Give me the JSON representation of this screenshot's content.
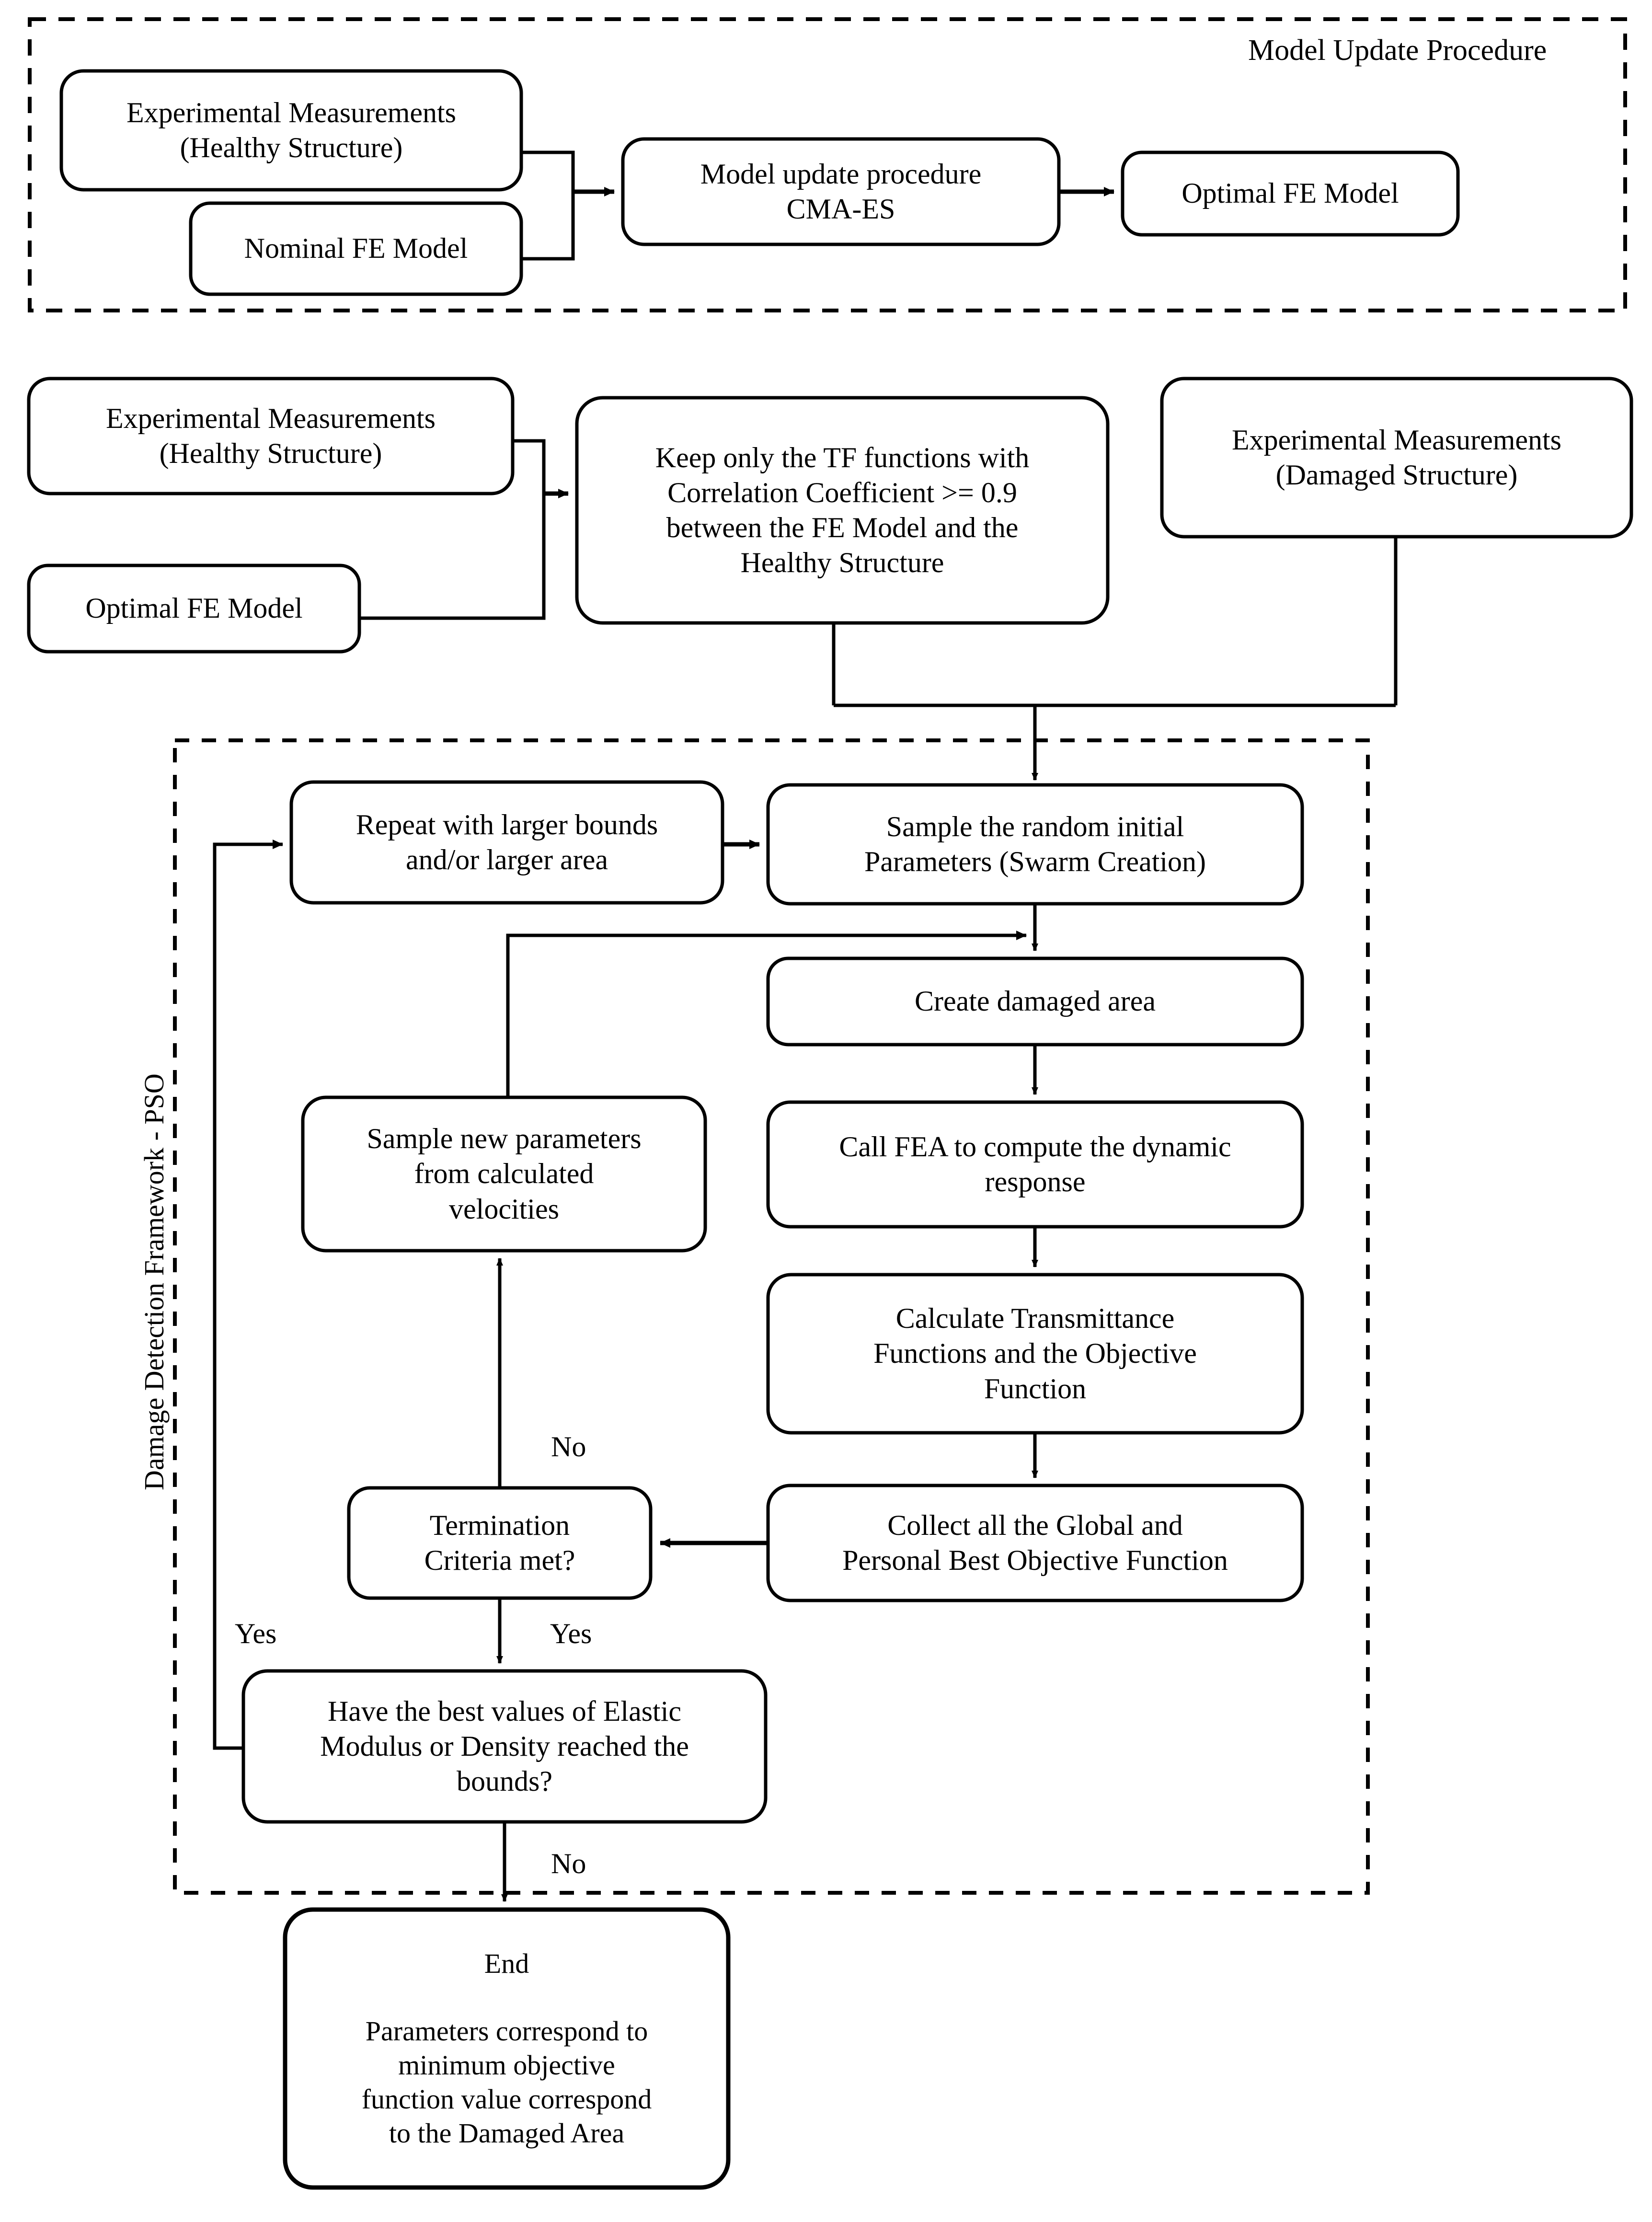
{
  "figure": {
    "type": "flowchart",
    "title": "",
    "background_color": "#ffffff",
    "line_color": "#000000"
  },
  "groups": [
    {
      "id": "model-update-procedure",
      "label": "Model Update Procedure",
      "border_style": "dashed"
    },
    {
      "id": "damage-detection-framework",
      "label": "Damage Detection Framework - PSO",
      "border_style": "dashed",
      "label_orientation": "vertical"
    }
  ],
  "nodes": {
    "exp_meas_healthy_1": "Experimental  Measurements\n(Healthy Structure)",
    "nominal_fe_model": "Nominal FE Model",
    "model_update_cmaes": "Model update procedure\nCMA-ES",
    "optimal_fe_model_1": "Optimal FE Model",
    "exp_meas_healthy_2": "Experimental Measurements\n(Healthy Structure)",
    "optimal_fe_model_2": "Optimal FE Model",
    "keep_tf": "Keep only the TF functions with\nCorrelation Coefficient >= 0.9\nbetween the FE Model and the\nHealthy Structure",
    "exp_meas_damaged": "Experimental Measurements\n(Damaged Structure)",
    "repeat_larger": "Repeat with larger bounds\nand/or larger area",
    "sample_random": "Sample the random initial\nParameters (Swarm Creation)",
    "create_damaged": "Create damaged area",
    "call_fea": "Call FEA to compute the dynamic\nresponse",
    "calc_transmittance": "Calculate Transmittance\nFunctions and the Objective\nFunction",
    "sample_new_params": "Sample new parameters\nfrom calculated\nvelocities",
    "termination": "Termination\nCriteria met?",
    "collect_best": "Collect all the Global and\nPersonal Best Objective Function",
    "bounds_check": "Have the best values of Elastic\nModulus or Density reached the\nbounds?",
    "end_node": "End\n\nParameters correspond to\nminimum objective\nfunction value correspond\nto the Damaged Area"
  },
  "edge_labels": {
    "termination_no": "No",
    "termination_yes": "Yes",
    "bounds_yes": "Yes",
    "bounds_no": "No"
  }
}
